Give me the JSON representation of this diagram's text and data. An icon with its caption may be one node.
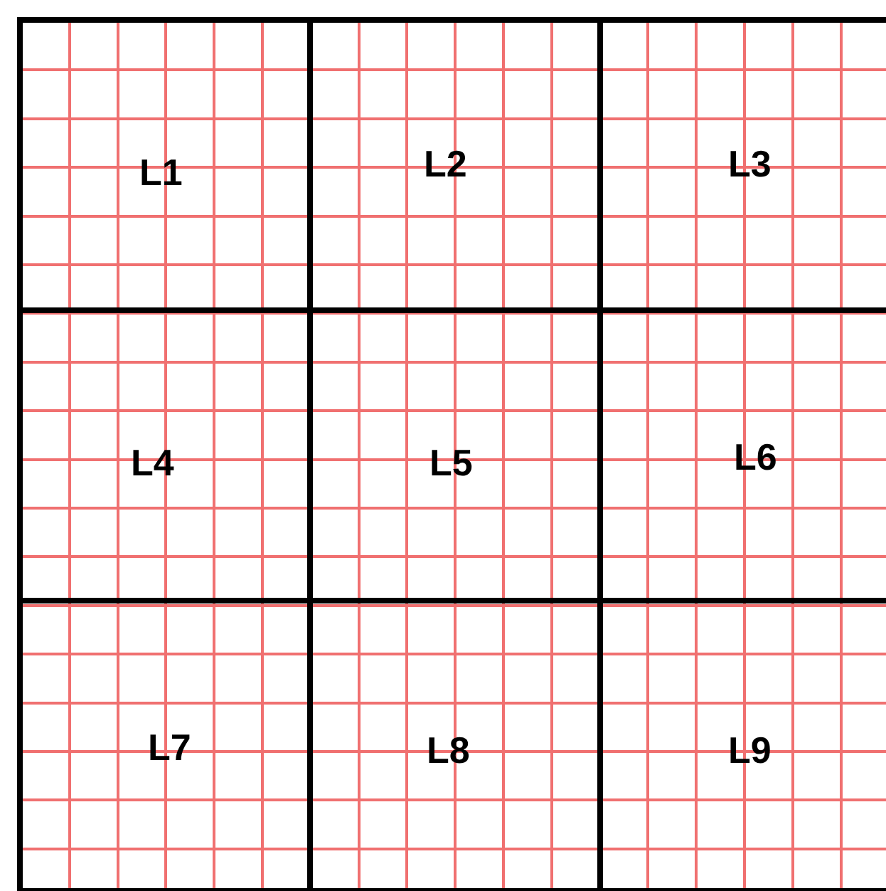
{
  "diagram": {
    "nodes": [
      {
        "text": [
          "L1"
        ]
      },
      {
        "text": [
          "L2"
        ]
      },
      {
        "text": [
          "L3"
        ]
      },
      {
        "text": [
          "L4"
        ]
      },
      {
        "text": [
          "L5"
        ]
      },
      {
        "text": [
          "L6"
        ]
      },
      {
        "text": [
          "L7"
        ]
      },
      {
        "text": [
          "L8"
        ]
      },
      {
        "text": [
          "L9"
        ]
      }
    ]
  }
}
